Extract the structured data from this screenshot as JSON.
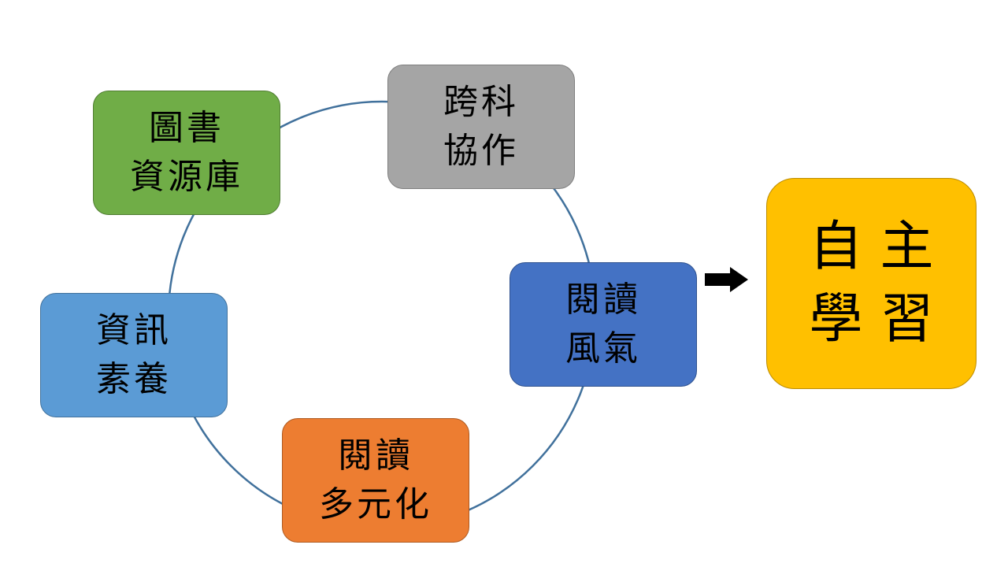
{
  "cycle": {
    "ring_color": "#41719C",
    "nodes": [
      {
        "id": "cross-subject",
        "line1": "跨科",
        "line2": "協作",
        "color": "#A5A5A5",
        "border": "#7F7F7F"
      },
      {
        "id": "reading-culture",
        "line1": "閱讀",
        "line2": "風氣",
        "color": "#4472C4",
        "border": "#2F528F"
      },
      {
        "id": "reading-diversity",
        "line1": "閱讀",
        "line2": "多元化",
        "color": "#ED7D31",
        "border": "#AE5A21"
      },
      {
        "id": "info-literacy",
        "line1": "資訊",
        "line2": "素養",
        "color": "#5B9BD5",
        "border": "#41719C"
      },
      {
        "id": "library-resources",
        "line1": "圖書",
        "line2": "資源庫",
        "color": "#70AD47",
        "border": "#507E32"
      }
    ]
  },
  "goal": {
    "line1": "自主",
    "line2": "學習",
    "color": "#FFC000",
    "border": "#BC8C00"
  },
  "arrow": {
    "color": "#000000"
  }
}
